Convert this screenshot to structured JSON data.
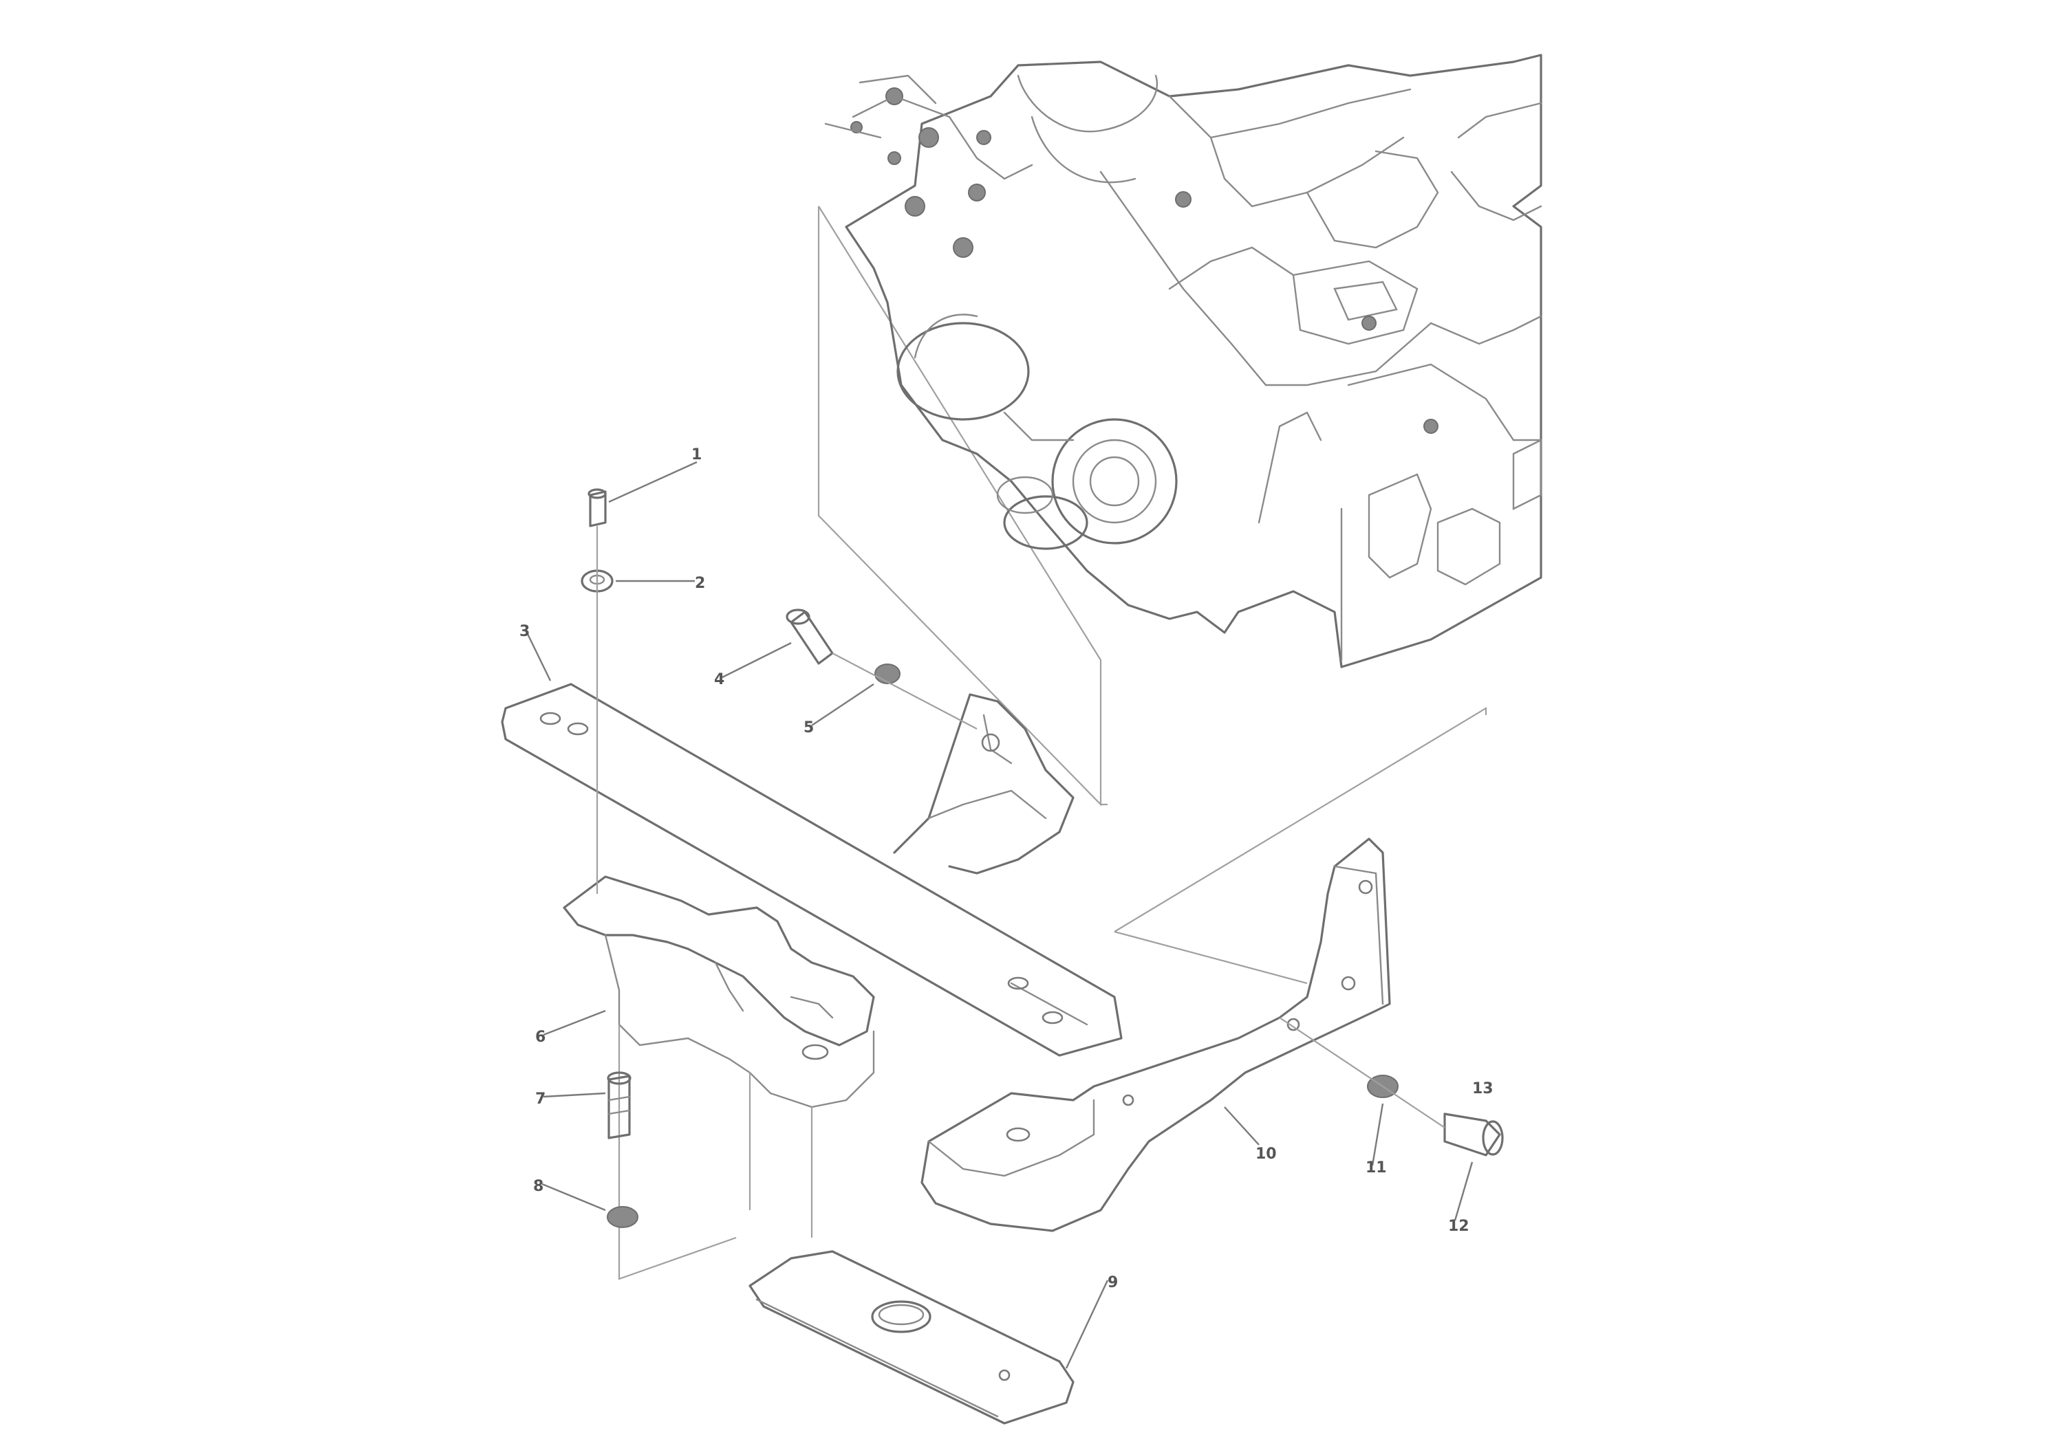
{
  "diagram": {
    "type": "exploded-parts-view",
    "colors": {
      "line": "#6e6e6e",
      "background": "#ffffff"
    },
    "callouts": [
      {
        "id": "c1",
        "label": "1"
      },
      {
        "id": "c2",
        "label": "2"
      },
      {
        "id": "c3",
        "label": "3"
      },
      {
        "id": "c4",
        "label": "4"
      },
      {
        "id": "c5",
        "label": "5"
      },
      {
        "id": "c6",
        "label": "6"
      },
      {
        "id": "c7",
        "label": "7"
      },
      {
        "id": "c8",
        "label": "8"
      },
      {
        "id": "c9",
        "label": "9"
      },
      {
        "id": "c10",
        "label": "10"
      },
      {
        "id": "c11",
        "label": "11"
      },
      {
        "id": "c12",
        "label": "12"
      },
      {
        "id": "c13",
        "label": "13"
      }
    ]
  }
}
